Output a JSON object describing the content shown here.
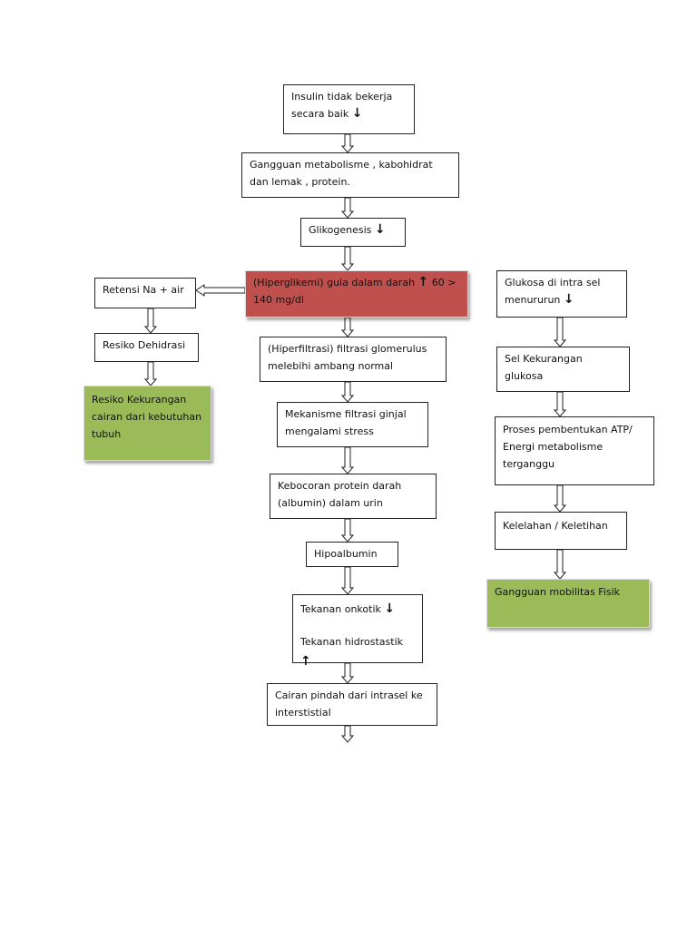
{
  "nodes": {
    "insulin": "Insulin tidak bekerja secara baik",
    "gangguan_metabolisme": "Gangguan metabolisme , kabohidrat dan lemak , protein.",
    "glikogenesis": "Glikogenesis",
    "hiperglikemi_a": "(Hiperglikemi) gula dalam darah",
    "hiperglikemi_b": "60 > 140 mg/dl",
    "retensi": "Retensi Na + air",
    "resiko_dehidrasi": "Resiko Dehidrasi",
    "resiko_kekurangan": "Resiko Kekurangan cairan dari kebutuhan tubuh",
    "hiperfiltrasi": "(Hiperfiltrasi) filtrasi glomerulus melebihi ambang normal",
    "mekanisme": "Mekanisme filtrasi ginjal mengalami stress",
    "kebocoran": "Kebocoran protein darah (albumin) dalam urin",
    "hipoalbumin": "Hipoalbumin",
    "tekanan_onkotik": "Tekanan onkotik",
    "tekanan_hidrostastik": "Tekanan hidrostastik",
    "cairan_pindah": "Cairan pindah dari intrasel ke interstistial",
    "glukosa_intra": "Glukosa di intra sel menururun",
    "sel_kekurangan": "Sel Kekurangan glukosa",
    "proses_atp": "Proses pembentukan ATP/ Energi metabolisme terganggu",
    "kelelahan": "Kelelahan / Keletihan",
    "gangguan_mobilitas": "Gangguan mobilitas Fisik"
  },
  "icons": {
    "down": "↓",
    "up": "↑"
  },
  "colors": {
    "alert_red": "#c0504d",
    "diagnosis_green": "#9bbb59"
  }
}
